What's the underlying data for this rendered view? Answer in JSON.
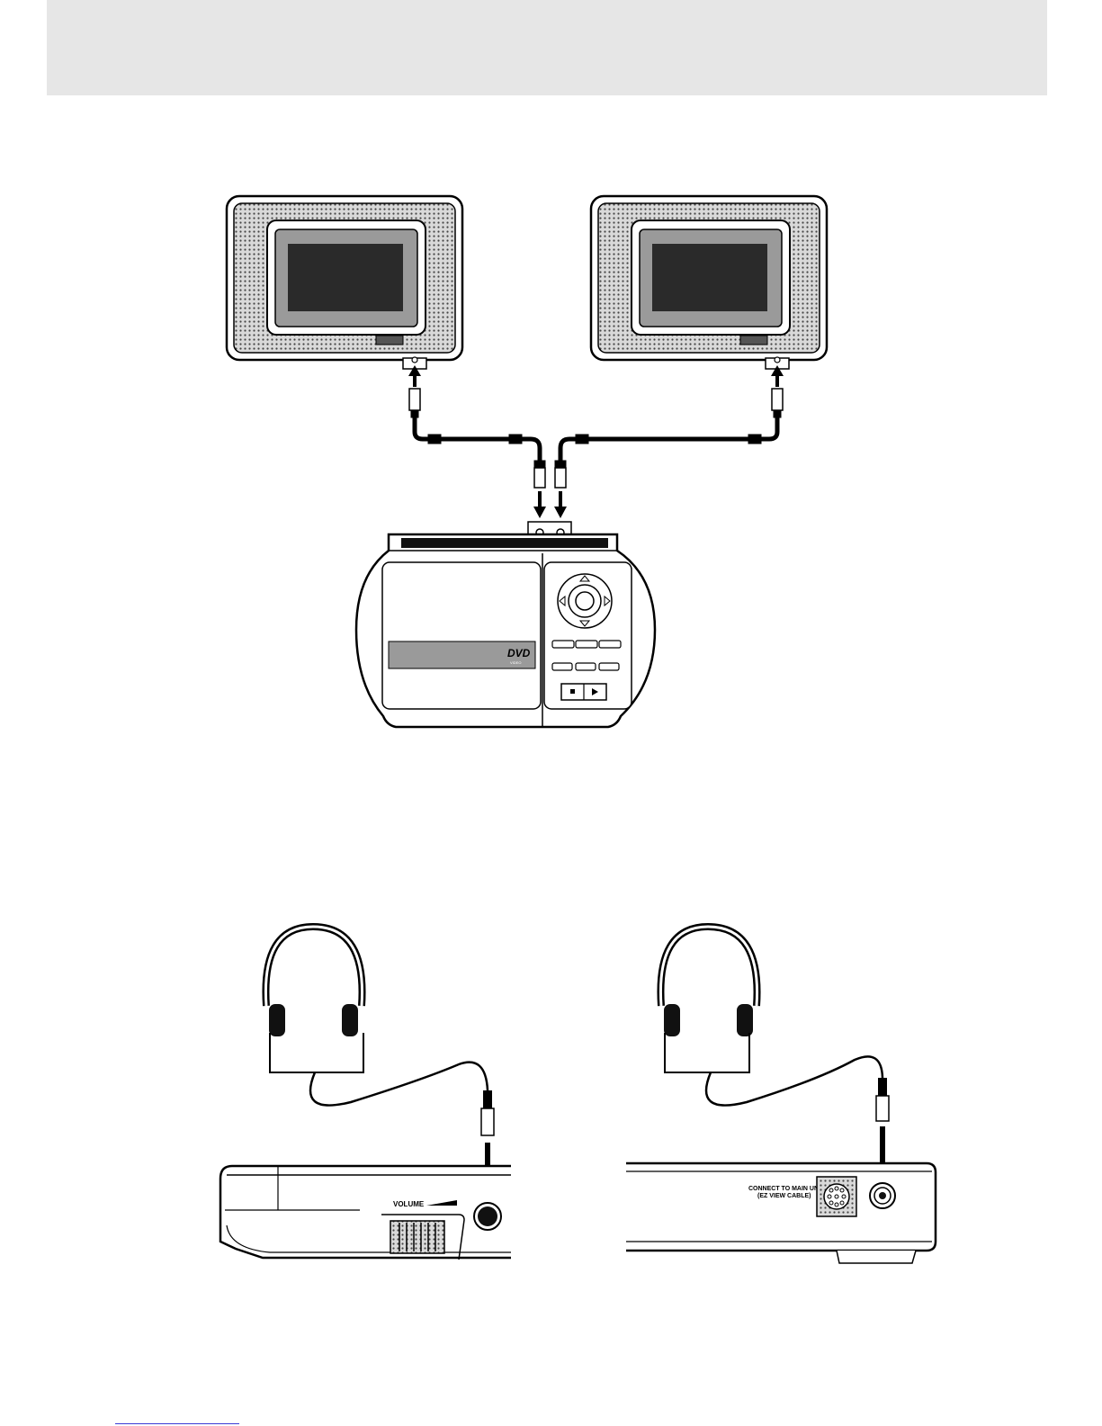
{
  "header": {
    "band_color": "#e6e6e6"
  },
  "top_diagram": {
    "monitors": [
      {
        "name": "left-monitor"
      },
      {
        "name": "right-monitor"
      }
    ],
    "player": {
      "dvd_logo": "DVD",
      "dvd_sub": "VIDEO"
    }
  },
  "bottom_left": {
    "volume_label": "VOLUME"
  },
  "bottom_right": {
    "connect_label_line1": "CONNECT TO MAIN UNIT",
    "connect_label_line2": "(EZ VIEW CABLE)"
  },
  "colors": {
    "line": "#000000",
    "screen": "#2a2a2a",
    "bezel": "#9a9a9a",
    "speaker_fill": "#d0d0d0",
    "footer_link": "#3b3bd6"
  }
}
